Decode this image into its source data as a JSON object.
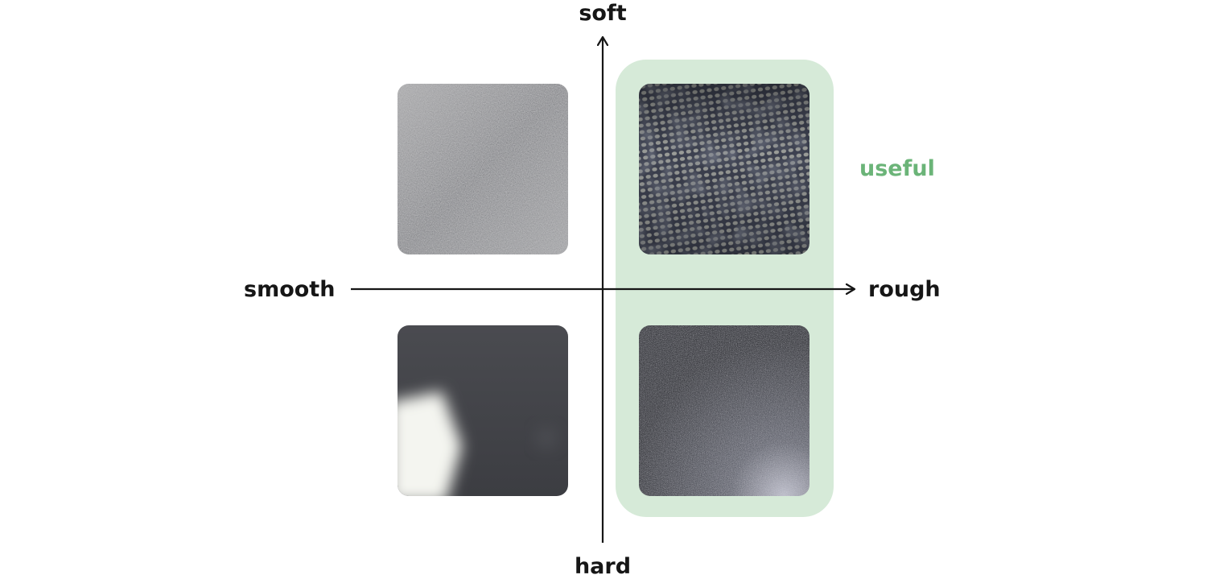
{
  "axes": {
    "top": "soft",
    "bottom": "hard",
    "left": "smooth",
    "right": "rough"
  },
  "highlight": {
    "label": "useful",
    "color": "#6bb478",
    "fill": "#d6ead8"
  },
  "tiles": [
    {
      "quadrant": "soft-smooth",
      "texture": "fine grey felt fabric"
    },
    {
      "quadrant": "soft-rough",
      "texture": "coarse knit grey fabric"
    },
    {
      "quadrant": "hard-smooth",
      "texture": "smooth dark glossy surface with glare"
    },
    {
      "quadrant": "hard-rough",
      "texture": "matte dark textured surface"
    }
  ]
}
